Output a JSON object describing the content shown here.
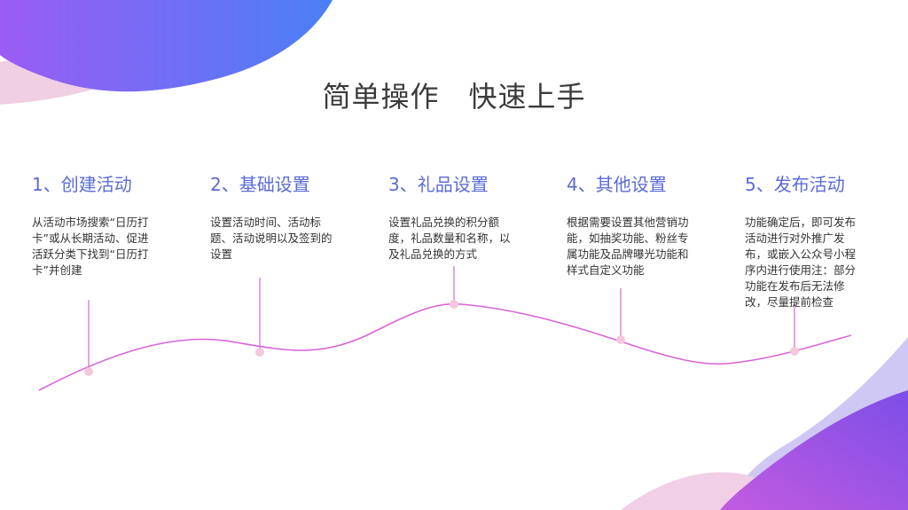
{
  "title": "简单操作　快速上手",
  "steps": [
    {
      "title": "1、创建活动",
      "desc": "从活动市场搜索“日历打卡”或从长期活动、促进活跃分类下找到“日历打卡”并创建"
    },
    {
      "title": "2、基础设置",
      "desc": "设置活动时间、活动标题、活动说明以及签到的设置"
    },
    {
      "title": "3、礼品设置",
      "desc": "设置礼品兑换的积分额度，礼品数量和名称，以及礼品兑换的方式"
    },
    {
      "title": "4、其他设置",
      "desc": "根据需要设置其他营销功能，如抽奖功能、粉丝专属功能及品牌曝光功能和样式自定义功能"
    },
    {
      "title": "5、发布活动",
      "desc": "功能确定后，即可发布活动进行对外推广发布，或嵌入公众号小程序内进行使用注：部分功能在发布后无法修改，尽量提前检查"
    }
  ],
  "colors": {
    "accent": "#5b6bd6",
    "curve": "#d765d8",
    "purple": "#8a5cf0"
  }
}
